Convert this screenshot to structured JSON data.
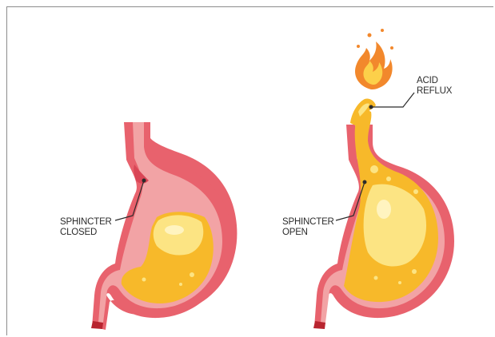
{
  "labels": {
    "closed": {
      "line1": "SPHINCTER",
      "line2": "CLOSED"
    },
    "open": {
      "line1": "SPHINCTER",
      "line2": "OPEN"
    },
    "reflux": {
      "line1": "ACID",
      "line2": "REFLUX"
    }
  },
  "colors": {
    "stomach_outer": "#e8626d",
    "stomach_inner": "#f2a3a5",
    "acid_dark": "#f7b92a",
    "acid_light": "#fce483",
    "acid_highlight": "#fff4c0",
    "flame_outer": "#f2882c",
    "flame_inner": "#fcd04a",
    "leader_line": "#2b2b2b",
    "frame_border": "#8c8c8c"
  },
  "icons": [
    "stomach-icon",
    "flame-icon"
  ]
}
